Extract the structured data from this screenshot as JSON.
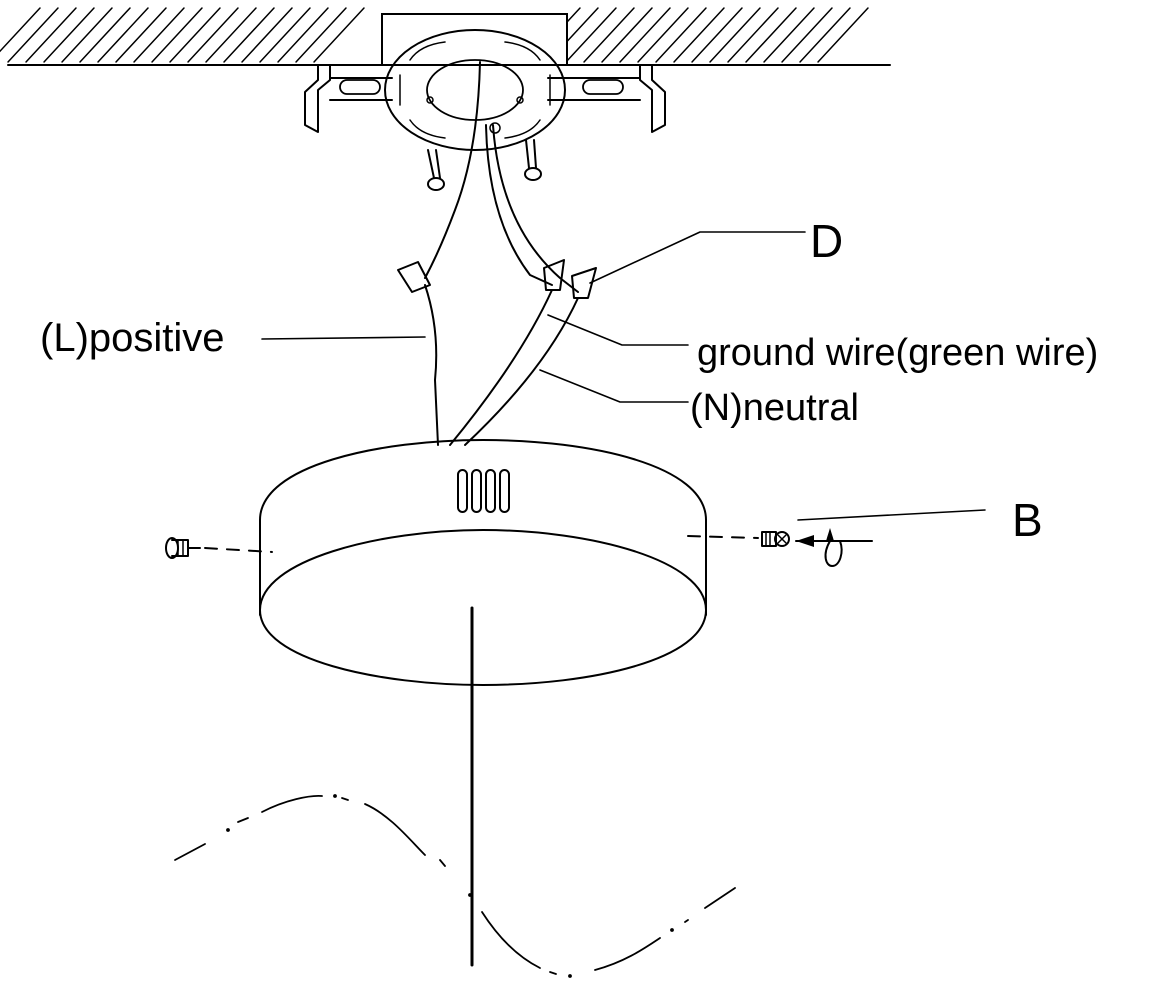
{
  "labels": {
    "positive": "(L)positive",
    "ground": "ground wire(green wire)",
    "neutral": "(N)neutral",
    "connector": "D",
    "screw": "B"
  },
  "colors": {
    "line": "#000000",
    "background": "#ffffff"
  }
}
